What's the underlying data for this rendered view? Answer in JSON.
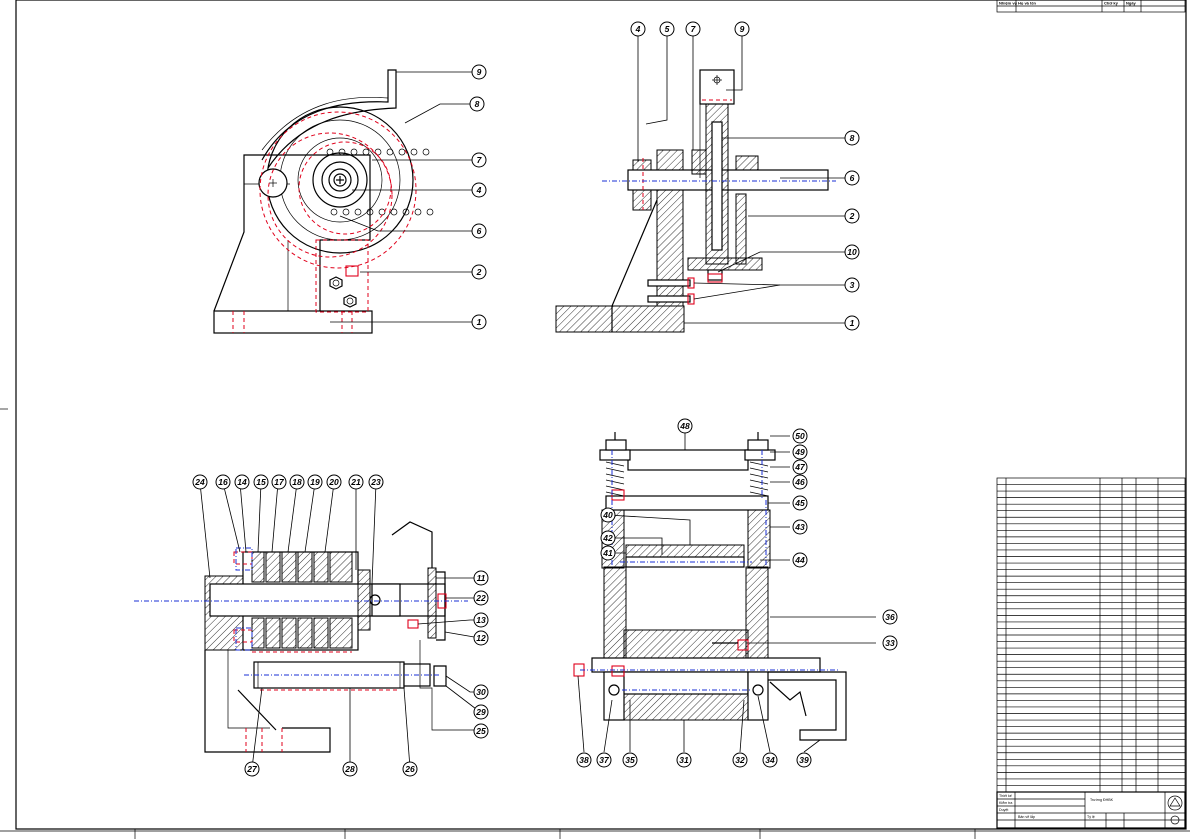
{
  "drawing": {
    "title": "Mechanical assembly drawing with balloon callouts",
    "views": [
      {
        "name": "top-left-side-view",
        "callouts": [
          "9",
          "8",
          "7",
          "4",
          "6",
          "2",
          "1"
        ]
      },
      {
        "name": "top-right-section-view",
        "callouts": [
          "4",
          "5",
          "7",
          "9",
          "8",
          "6",
          "2",
          "10",
          "3",
          "1"
        ]
      },
      {
        "name": "bottom-left-shaft-section",
        "callouts": [
          "24",
          "16",
          "14",
          "15",
          "17",
          "18",
          "19",
          "20",
          "21",
          "23",
          "11",
          "22",
          "13",
          "12",
          "30",
          "29",
          "25",
          "27",
          "28",
          "26"
        ]
      },
      {
        "name": "bottom-right-frame-view",
        "callouts": [
          "48",
          "50",
          "49",
          "47",
          "46",
          "45",
          "40",
          "43",
          "42",
          "41",
          "44",
          "36",
          "33",
          "38",
          "37",
          "35",
          "31",
          "32",
          "34",
          "39"
        ]
      }
    ]
  },
  "title_block": {
    "header_cols": [
      "Nhiệm vụ",
      "Họ và tên",
      "Chữ ký",
      "Ngày"
    ],
    "bom_rows": 48,
    "footer": {
      "label_1": "Thiết kế",
      "label_2": "Kiểm tra",
      "label_3": "Duyệt",
      "scale_label": "Tỷ lệ",
      "title_text": "Bản vẽ lắp",
      "school": "Trường ĐHBK"
    }
  },
  "colors": {
    "line": "#000000",
    "hidden_red": "#e0001b",
    "center_blue": "#1a2fd6"
  }
}
